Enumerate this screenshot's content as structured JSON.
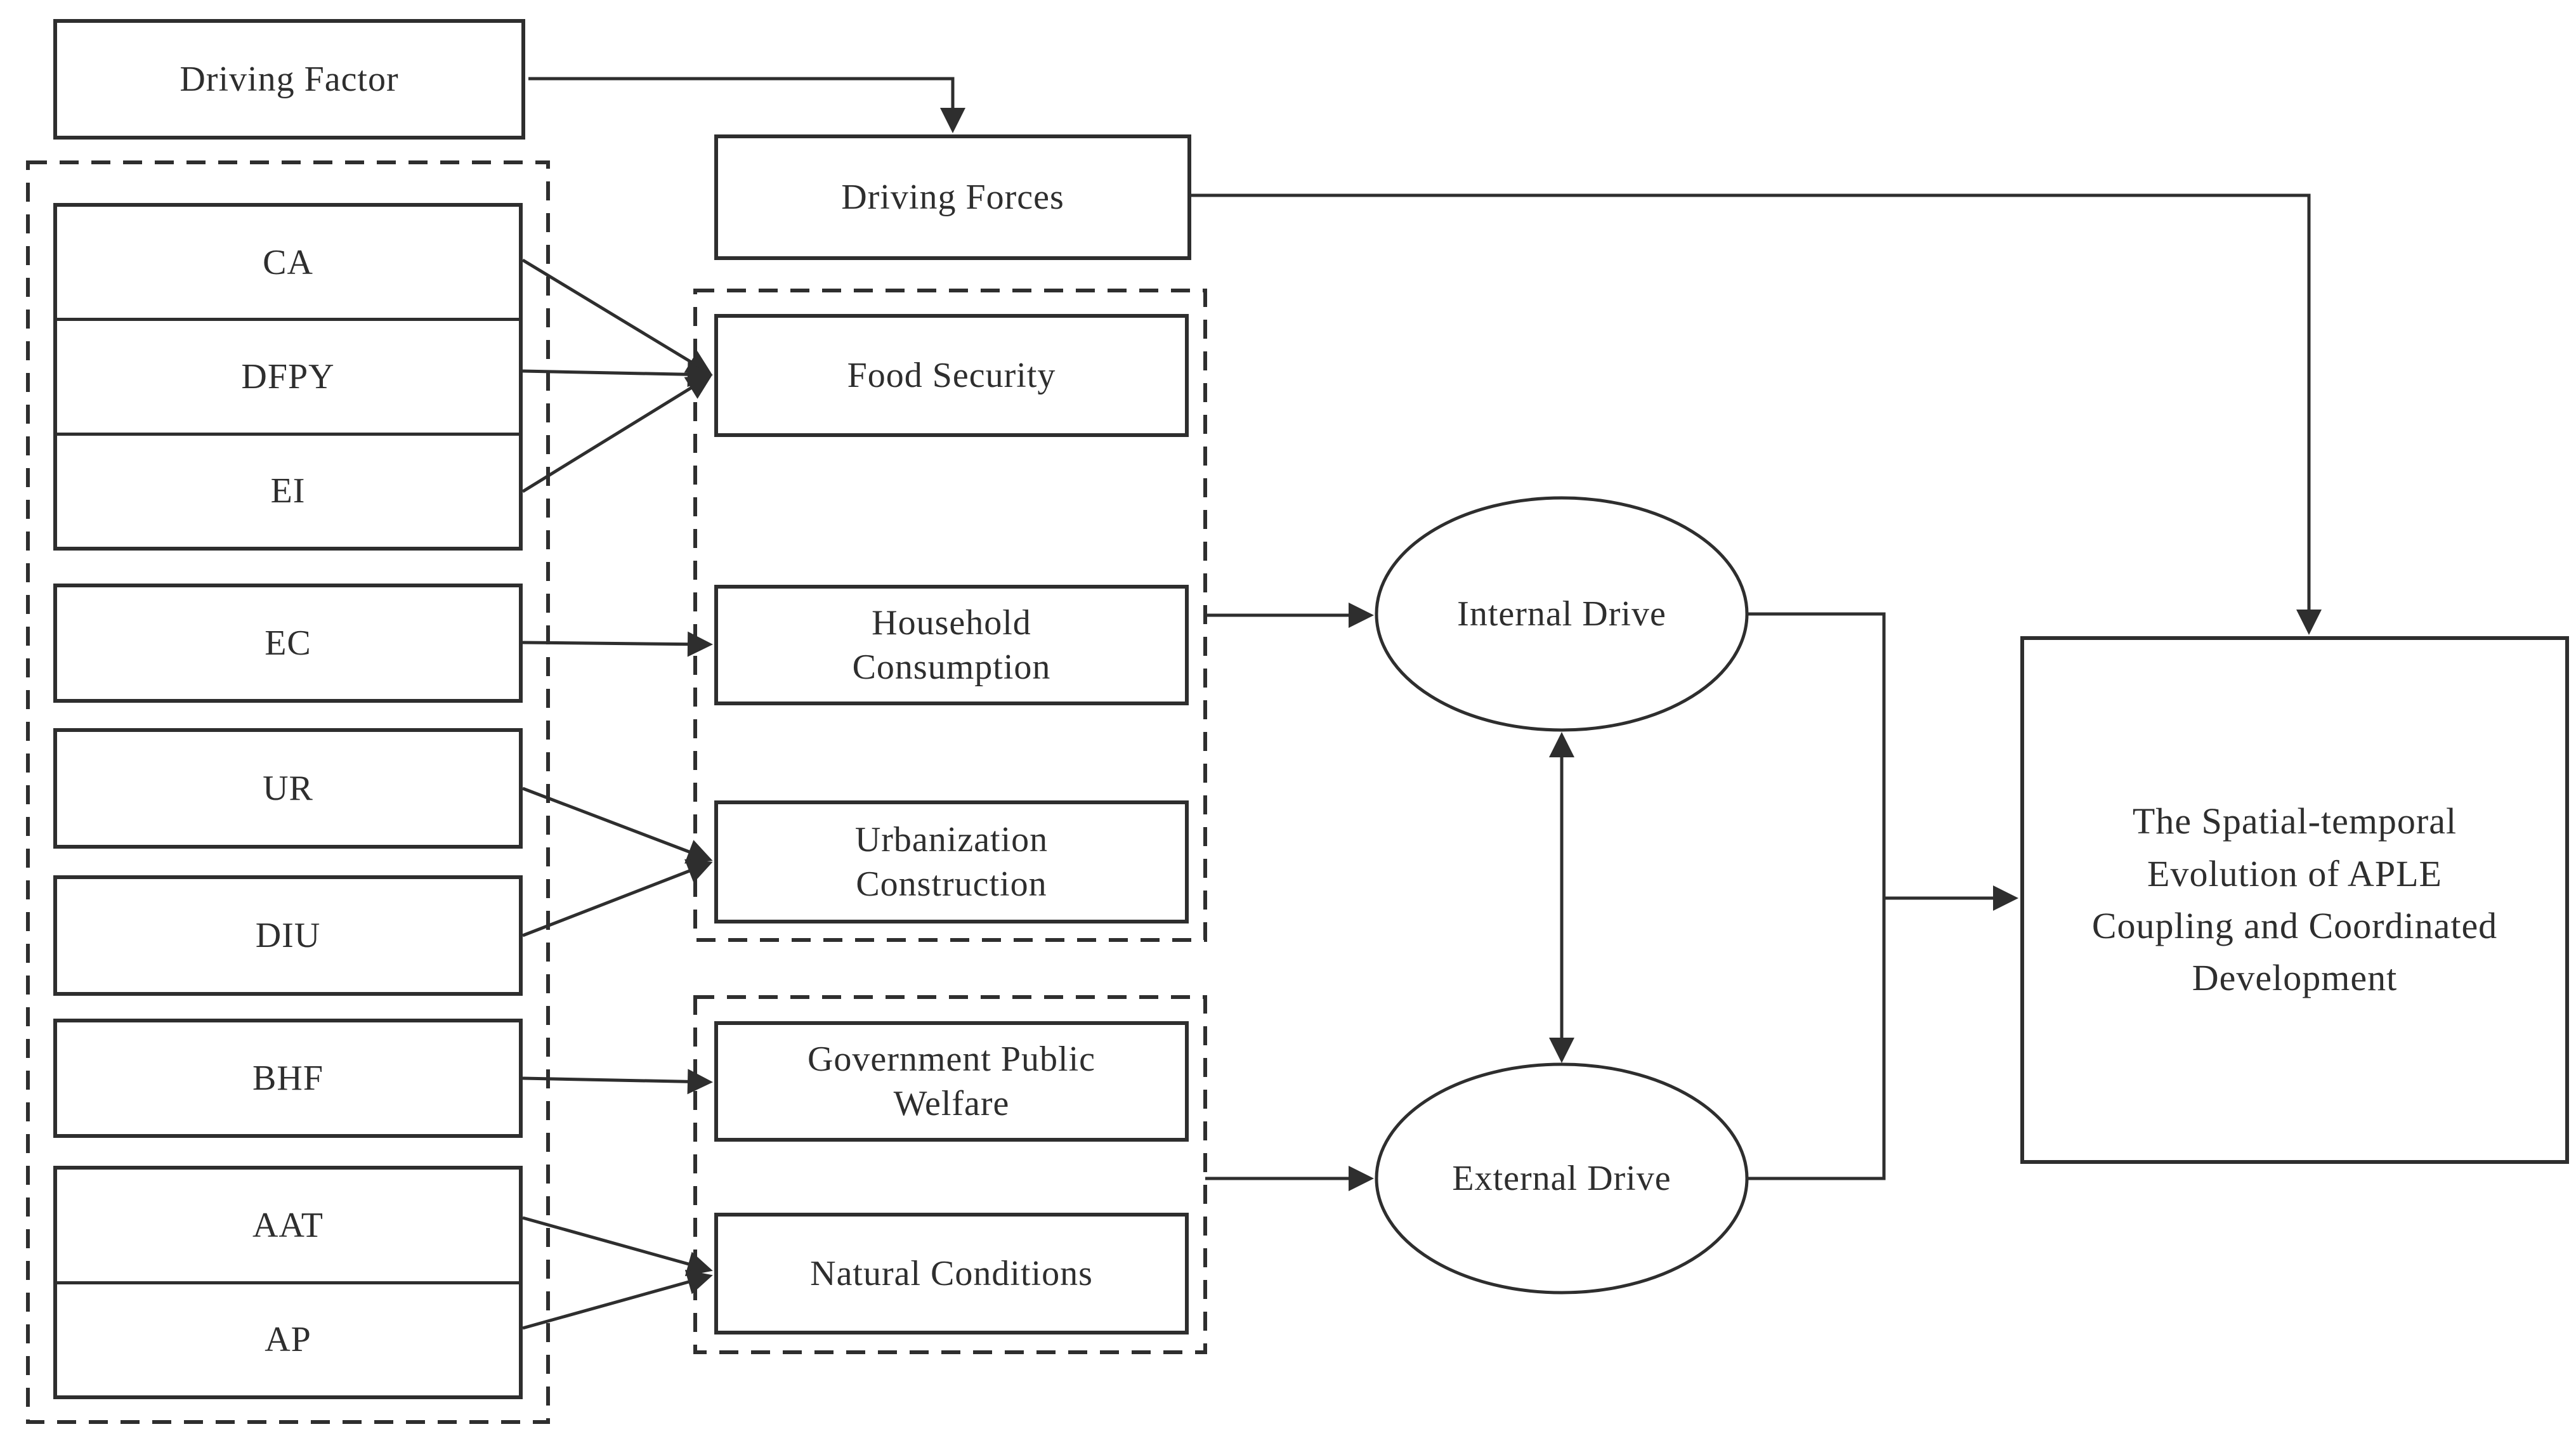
{
  "header": {
    "driving_factor": "Driving Factor",
    "driving_forces": "Driving Forces"
  },
  "factors": [
    "CA",
    "DFPY",
    "EI",
    "EC",
    "UR",
    "DIU",
    "BHF",
    "AAT",
    "AP"
  ],
  "categories": {
    "food_security": {
      "lines": [
        "Food Security"
      ]
    },
    "household_consumption": {
      "lines": [
        "Household",
        "Consumption"
      ]
    },
    "urbanization_construction": {
      "lines": [
        "Urbanization",
        "Construction"
      ]
    },
    "government_public_welfare": {
      "lines": [
        "Government Public",
        "Welfare"
      ]
    },
    "natural_conditions": {
      "lines": [
        "Natural Conditions"
      ]
    }
  },
  "drives": {
    "internal": "Internal Drive",
    "external": "External Drive"
  },
  "outcome_lines": [
    "The Spatial-temporal",
    "Evolution of APLE",
    "Coupling and Coordinated",
    "Development"
  ],
  "colors": {
    "line": "#2e2e2e",
    "text": "#2e2e2e",
    "background": "#ffffff"
  }
}
